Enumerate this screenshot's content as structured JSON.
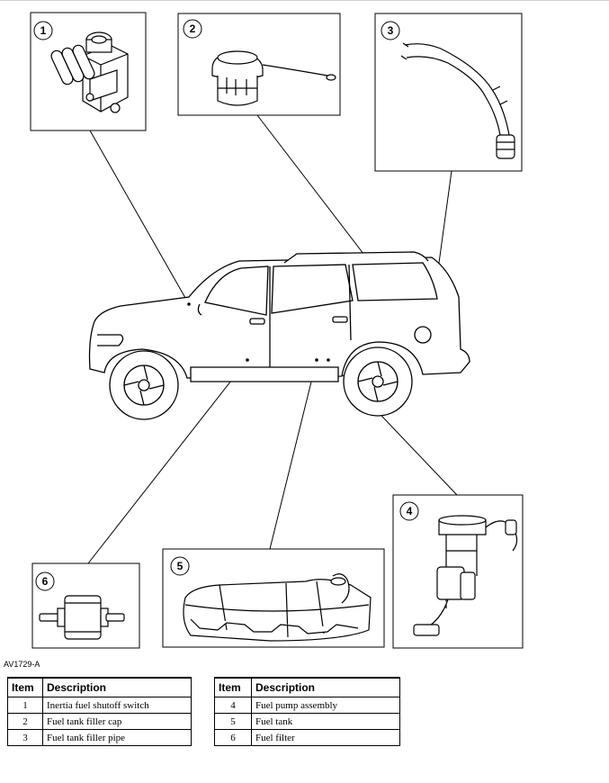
{
  "callouts": {
    "1": "1",
    "2": "2",
    "3": "3",
    "4": "4",
    "5": "5",
    "6": "6"
  },
  "figure_code": "AV1729-A",
  "legend": {
    "header_item": "Item",
    "header_description": "Description",
    "left_rows": [
      {
        "item": "1",
        "description": "Inertia fuel shutoff switch"
      },
      {
        "item": "2",
        "description": "Fuel tank filler cap"
      },
      {
        "item": "3",
        "description": "Fuel tank filler pipe"
      }
    ],
    "right_rows": [
      {
        "item": "4",
        "description": "Fuel pump assembly"
      },
      {
        "item": "5",
        "description": "Fuel tank"
      },
      {
        "item": "6",
        "description": "Fuel filter"
      }
    ]
  }
}
